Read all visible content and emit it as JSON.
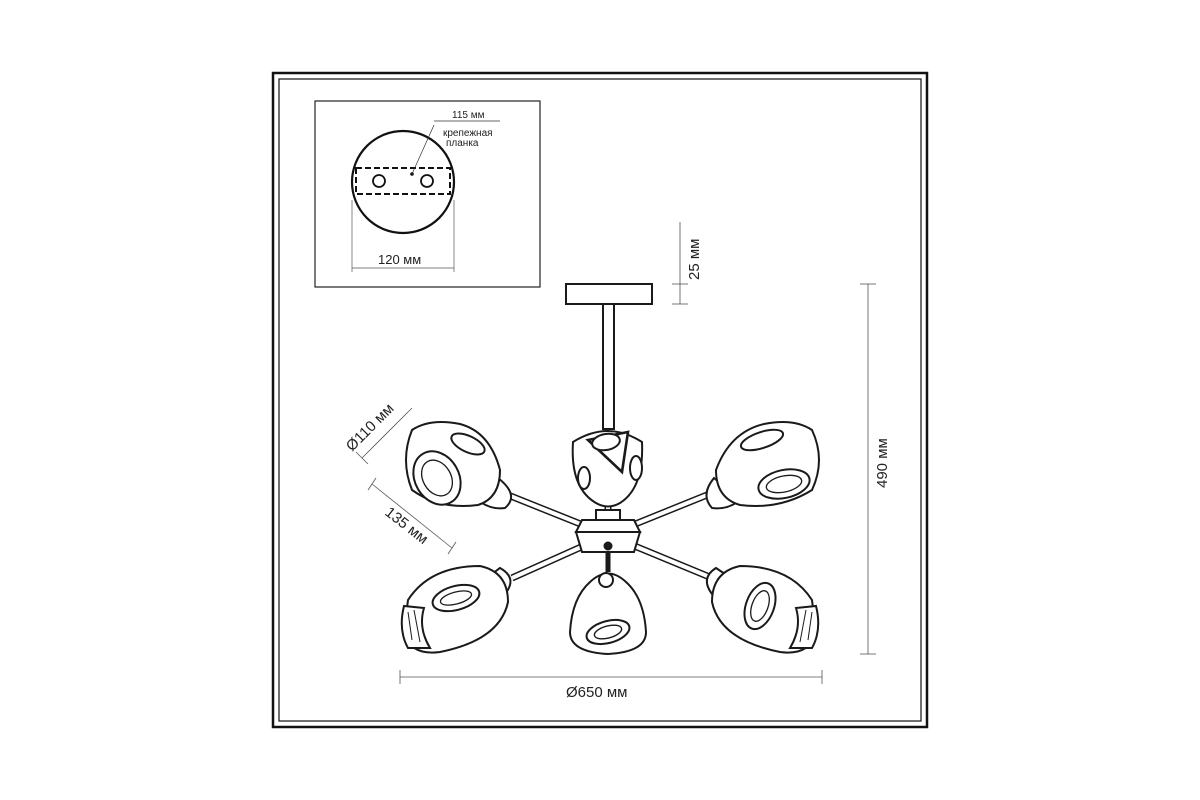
{
  "mount_plate": {
    "width_label": "120 мм",
    "hole_spacing_label": "115 мм",
    "bracket_label_line1": "крепежная",
    "bracket_label_line2": "планка"
  },
  "dimensions": {
    "canopy_height": "25 мм",
    "total_height": "490 мм",
    "shade_diameter": "Ø110 мм",
    "shade_length": "135 мм",
    "total_diameter": "Ø650 мм"
  },
  "colors": {
    "line": "#1a1a1a",
    "dim_line": "#555555",
    "frame": "#111111"
  }
}
